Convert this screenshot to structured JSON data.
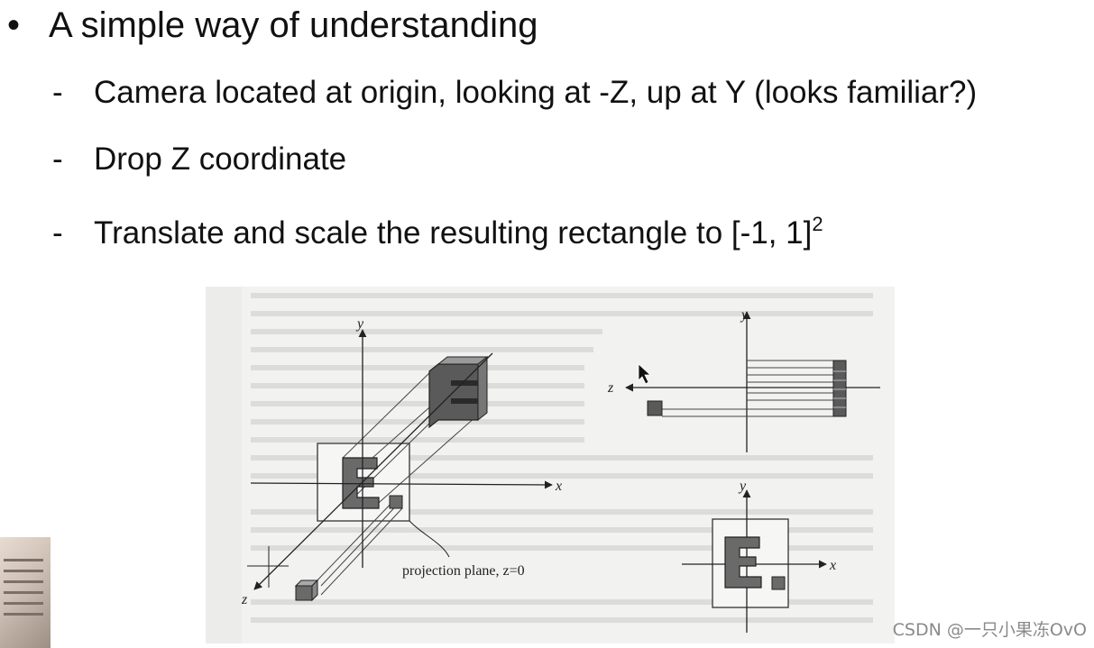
{
  "slide": {
    "heading": {
      "bullet": "•",
      "text": "A simple way of understanding"
    },
    "points": [
      {
        "dash": "-",
        "text": "Camera located at origin, looking at -Z, up at Y (looks familiar?)"
      },
      {
        "dash": "-",
        "text": "Drop Z coordinate"
      },
      {
        "dash": "-",
        "text": "Translate and scale the resulting rectangle to [-1, 1]",
        "superscript": "2"
      }
    ]
  },
  "figure": {
    "axis_labels": {
      "x": "x",
      "y": "y",
      "z": "z"
    },
    "caption": "projection plane, z=0"
  },
  "watermark": "CSDN @一只小果冻OvO"
}
